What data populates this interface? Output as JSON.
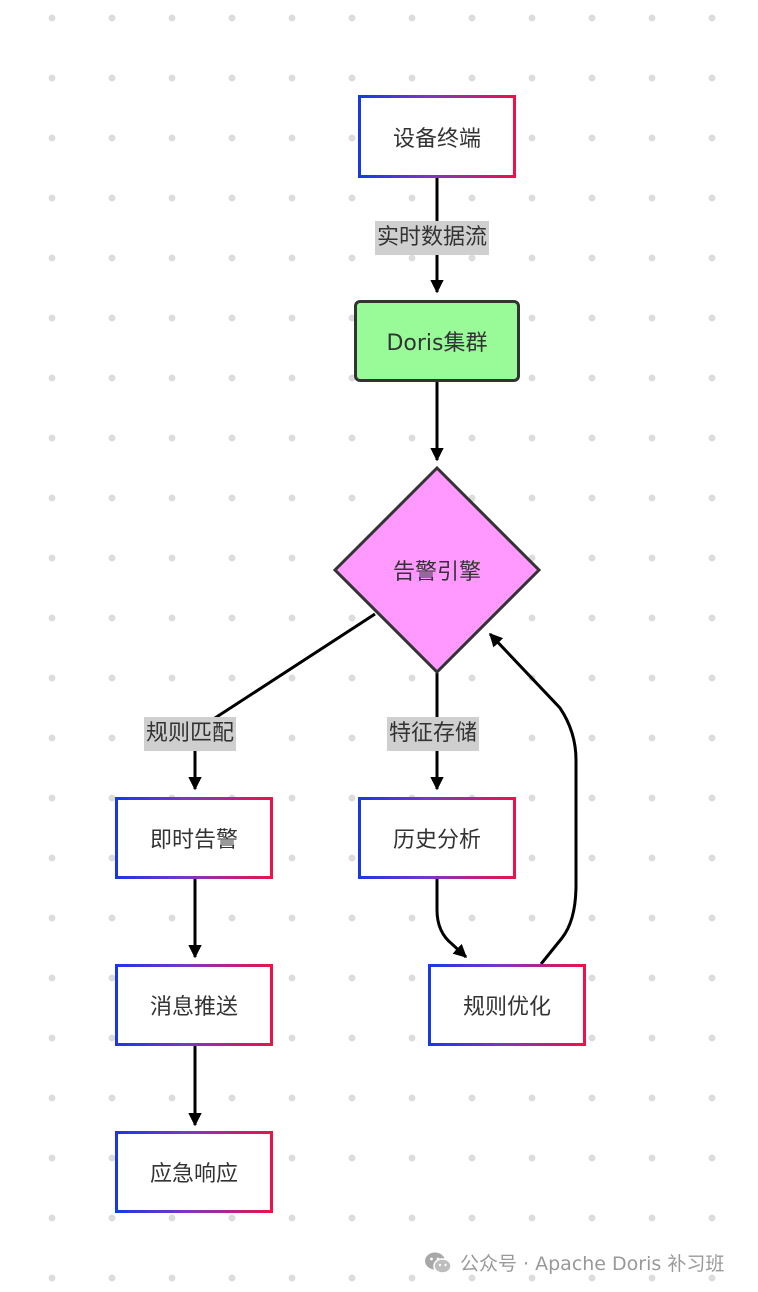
{
  "nodes": {
    "device": "设备终端",
    "doris": "Doris集群",
    "engine": "告警引擎",
    "instant_alert": "即时告警",
    "history": "历史分析",
    "push": "消息推送",
    "optimize": "规则优化",
    "response": "应急响应"
  },
  "edges": {
    "stream": "实时数据流",
    "match": "规则匹配",
    "store": "特征存储"
  },
  "watermark": "公众号 · Apache Doris 补习班",
  "colors": {
    "gradient_start": "#1638e6",
    "gradient_end": "#ee1246",
    "cluster_fill": "#98fb98",
    "engine_fill": "#ff99ff",
    "label_bg": "#cfcfcf",
    "stroke": "#000000"
  }
}
